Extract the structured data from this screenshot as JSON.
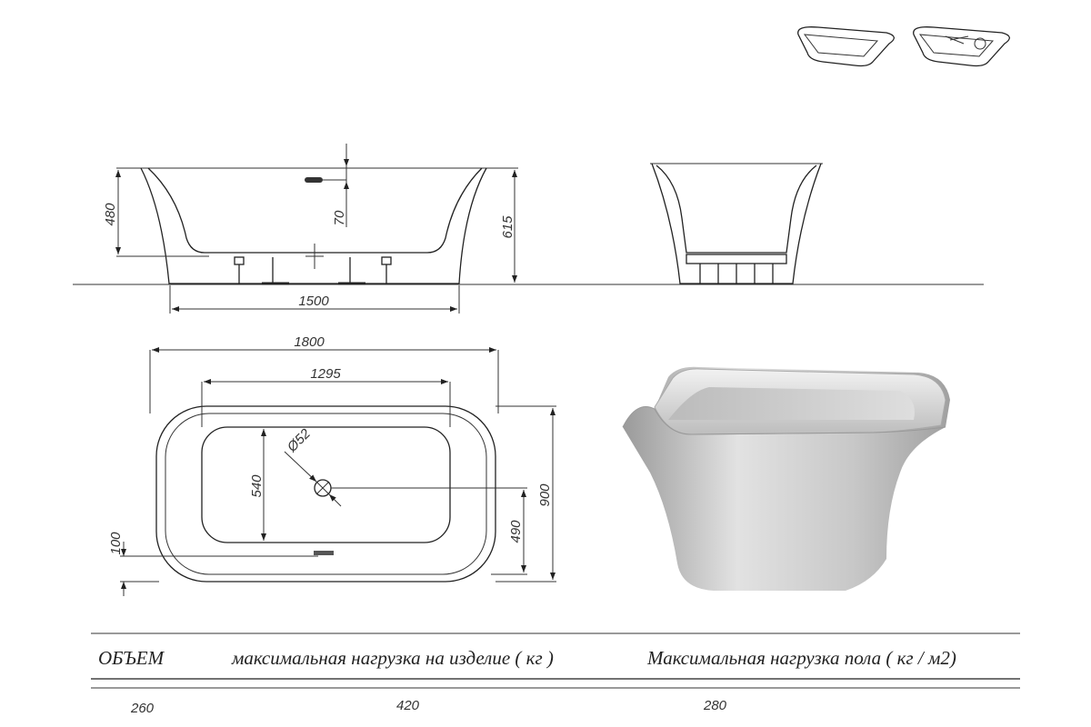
{
  "dimensions": {
    "side_rim_height": "480",
    "overflow_offset": "70",
    "total_height": "615",
    "base_length": "1500",
    "total_length": "1800",
    "inner_length": "1295",
    "drain_diameter": "Ø52",
    "inner_width": "540",
    "total_width": "900",
    "overflow_offset_plan": "100",
    "drain_offset": "490"
  },
  "table": {
    "headers": [
      "ОБЪЕМ",
      "максимальная нагрузка на изделие ( кг )",
      "Максимальная нагрузка пола ( кг / м2)"
    ],
    "values": [
      "260",
      "420",
      "280"
    ]
  }
}
